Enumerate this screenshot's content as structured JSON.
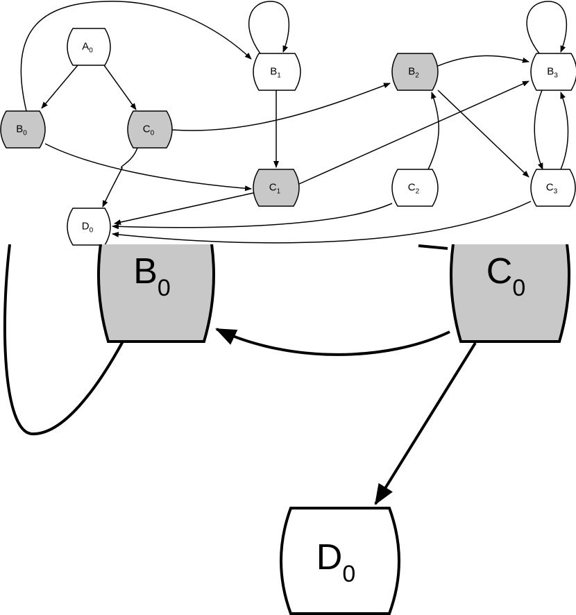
{
  "colors": {
    "shaded_fill": "#c8c8c8",
    "plain_fill": "#ffffff",
    "stroke": "#000000",
    "background": "#ffffff"
  },
  "overview": {
    "nodes": [
      {
        "id": "A0",
        "letter": "A",
        "sub": "0",
        "shaded": false
      },
      {
        "id": "B0",
        "letter": "B",
        "sub": "0",
        "shaded": true
      },
      {
        "id": "C0",
        "letter": "C",
        "sub": "0",
        "shaded": true
      },
      {
        "id": "D0",
        "letter": "D",
        "sub": "0",
        "shaded": false
      },
      {
        "id": "B1",
        "letter": "B",
        "sub": "1",
        "shaded": false
      },
      {
        "id": "C1",
        "letter": "C",
        "sub": "1",
        "shaded": true
      },
      {
        "id": "B2",
        "letter": "B",
        "sub": "2",
        "shaded": true
      },
      {
        "id": "C2",
        "letter": "C",
        "sub": "2",
        "shaded": false
      },
      {
        "id": "B3",
        "letter": "B",
        "sub": "3",
        "shaded": false
      },
      {
        "id": "C3",
        "letter": "C",
        "sub": "3",
        "shaded": false
      }
    ],
    "edges": [
      {
        "from": "A0",
        "to": "B0"
      },
      {
        "from": "A0",
        "to": "C0"
      },
      {
        "from": "B0",
        "to": "B1"
      },
      {
        "from": "B0",
        "to": "C1"
      },
      {
        "from": "C0",
        "to": "D0"
      },
      {
        "from": "C0",
        "to": "B2"
      },
      {
        "from": "B1",
        "to": "B1"
      },
      {
        "from": "B1",
        "to": "C1"
      },
      {
        "from": "C1",
        "to": "D0"
      },
      {
        "from": "C1",
        "to": "B3"
      },
      {
        "from": "B2",
        "to": "B3"
      },
      {
        "from": "B2",
        "to": "C3"
      },
      {
        "from": "C2",
        "to": "B2"
      },
      {
        "from": "C2",
        "to": "D0"
      },
      {
        "from": "B3",
        "to": "B3"
      },
      {
        "from": "B3",
        "to": "C3"
      },
      {
        "from": "C3",
        "to": "B3"
      },
      {
        "from": "C3",
        "to": "D0"
      }
    ]
  },
  "zoom": {
    "nodes": [
      {
        "id": "B0",
        "letter": "B",
        "sub": "0",
        "shaded": true
      },
      {
        "id": "C0",
        "letter": "C",
        "sub": "0",
        "shaded": true
      },
      {
        "id": "D0",
        "letter": "D",
        "sub": "0",
        "shaded": false
      }
    ],
    "edges": [
      {
        "from": "C0",
        "to": "B0"
      },
      {
        "from": "C0",
        "to": "D0"
      }
    ]
  }
}
